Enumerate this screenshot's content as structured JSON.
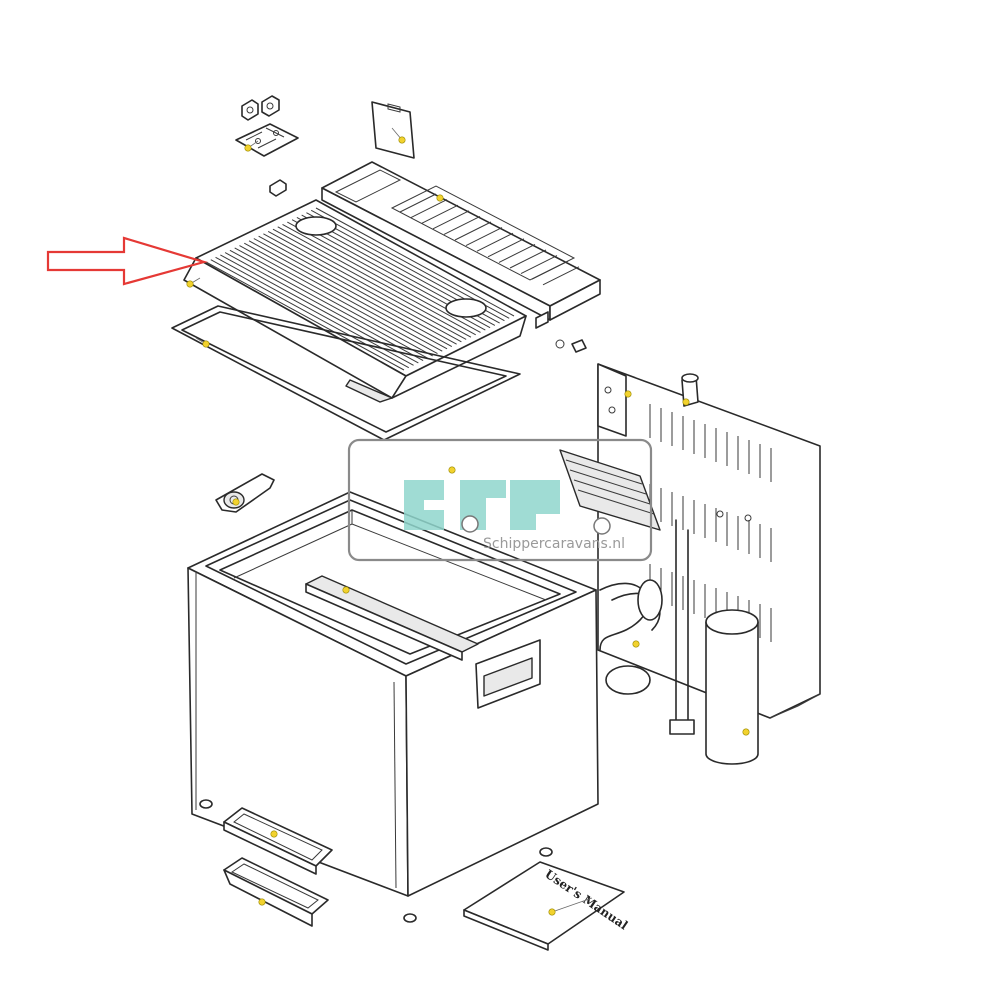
{
  "watermark": {
    "text": "Schippercaravans.nl",
    "colors": {
      "logo": "#8fd6cc",
      "frame": "#8a8a8a"
    }
  },
  "manual": {
    "text": "User's Manual"
  },
  "callout_arrow": {
    "color": "#e53935"
  },
  "marker_color": "#f2d22e",
  "parts": [
    {
      "name": "door-hinge-bracket"
    },
    {
      "name": "drain-cover-plate"
    },
    {
      "name": "control-panel-top-unit"
    },
    {
      "name": "lid"
    },
    {
      "name": "lid-gasket"
    },
    {
      "name": "lid-handle"
    },
    {
      "name": "cabinet"
    },
    {
      "name": "inner-liner-divider"
    },
    {
      "name": "side-handle"
    },
    {
      "name": "cooling-unit-back-panel"
    },
    {
      "name": "gas-cylinder-cover"
    },
    {
      "name": "base-tray"
    },
    {
      "name": "drip-tray"
    },
    {
      "name": "feet"
    },
    {
      "name": "manual-booklet"
    }
  ]
}
